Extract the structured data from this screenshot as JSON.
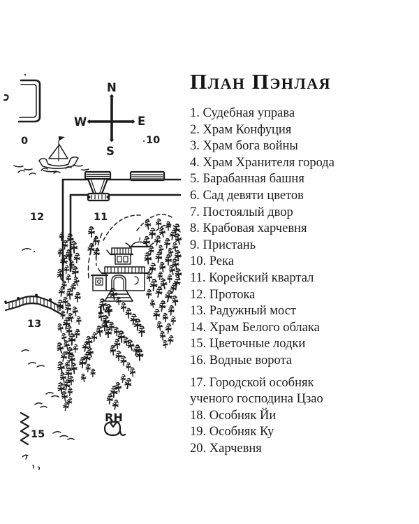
{
  "page": {
    "title": "План Пэнлая",
    "paper": "#ffffff",
    "ink": "#1b1b1b"
  },
  "legend": {
    "items": [
      {
        "num": "1.",
        "label": "Судебная управа"
      },
      {
        "num": "2.",
        "label": "Храм Конфуция"
      },
      {
        "num": "3.",
        "label": "Храм бога войны"
      },
      {
        "num": "4.",
        "label": "Храм Хранителя города"
      },
      {
        "num": "5.",
        "label": "Барабанная башня"
      },
      {
        "num": "6.",
        "label": "Сад девяти цветов"
      },
      {
        "num": "7.",
        "label": "Постоялый двор"
      },
      {
        "num": "8.",
        "label": "Крабовая харчевня"
      },
      {
        "num": "9.",
        "label": "Пристань"
      },
      {
        "num": "10.",
        "label": "Река"
      },
      {
        "num": "11.",
        "label": "Корейский квартал"
      },
      {
        "num": "12.",
        "label": "Протока"
      },
      {
        "num": "13.",
        "label": "Радужный мост"
      },
      {
        "num": "14.",
        "label": "Храм Белого облака"
      },
      {
        "num": "15.",
        "label": "Цветочные лодки"
      },
      {
        "num": "16.",
        "label": "Водные ворота"
      },
      {
        "num": "17.",
        "label": "Городской особняк",
        "label2": "ученого господина Цзао"
      },
      {
        "num": "18.",
        "label": "Особняк Йи"
      },
      {
        "num": "19.",
        "label": "Особняк Ку"
      },
      {
        "num": "20.",
        "label": "Харчевня"
      }
    ]
  },
  "map": {
    "compass": {
      "north": "N",
      "east": "E",
      "south": "S",
      "west": "W"
    },
    "markers": {
      "m0": "0",
      "m10": "10",
      "m11": "11",
      "m12": "12",
      "m13": "13",
      "m14": "14",
      "m15": "15"
    },
    "monogram": "RH"
  }
}
